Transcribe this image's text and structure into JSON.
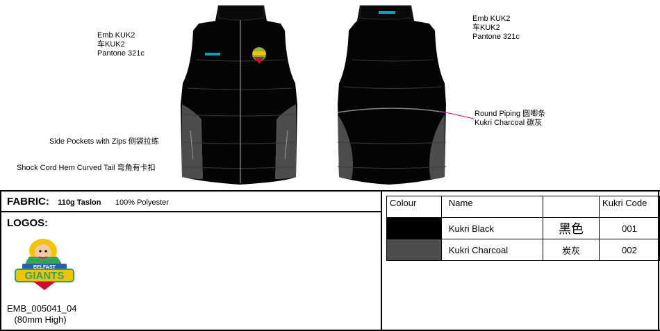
{
  "annotations": {
    "emb_left": [
      "Emb KUK2",
      "车KUK2",
      "Pantone 321c"
    ],
    "emb_right": [
      "Emb KUK2",
      "车KUK2",
      "Pantone 321c"
    ],
    "side_pockets": "Side Pockets with Zips  侧袋拉练",
    "shock_cord": "Shock Cord Hem Curved Tail   弯角有卡扣",
    "round_piping_1": "Round Piping  圆唧条",
    "round_piping_2": "Kukri Charcoal   碳灰"
  },
  "fabric": {
    "label": "FABRIC:",
    "weight": "110g Taslon",
    "composition": "100% Polyester"
  },
  "logos": {
    "label": "LOGOS:",
    "logo_code": "EMB_005041_04",
    "logo_size": "(80mm High)",
    "logo_text_top": "BELFAST",
    "logo_text_main": "GIANTS"
  },
  "colour_table": {
    "headers": [
      "Colour",
      "Name",
      "",
      "Kukri Code"
    ],
    "rows": [
      {
        "swatch": "#000000",
        "name": "Kukri Black",
        "chinese": "黑色",
        "code": "001"
      },
      {
        "swatch": "#4d4d4f",
        "name": "Kukri Charcoal",
        "chinese": "炭灰",
        "code": "002"
      }
    ]
  },
  "colors": {
    "vest_black": "#050505",
    "vest_charcoal": "#4d4d4f",
    "accent_teal": "#00a3b4",
    "piping_pointer": "#d6007e"
  }
}
